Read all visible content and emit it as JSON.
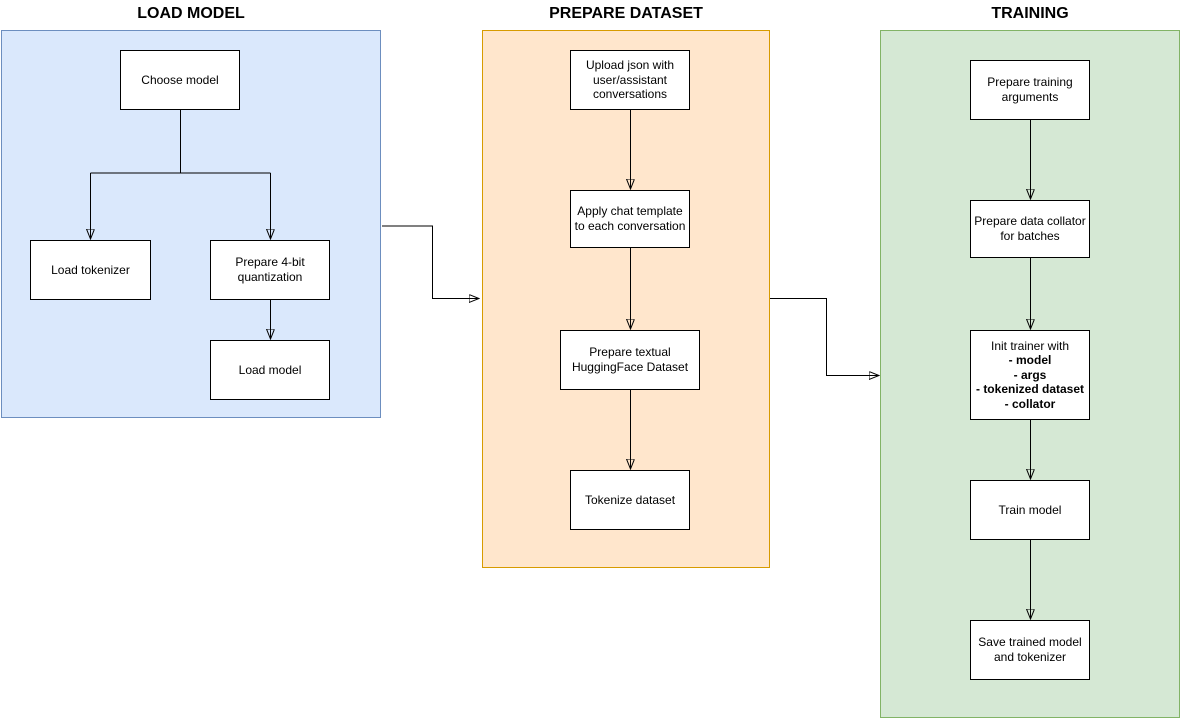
{
  "sections": {
    "load_model": {
      "title": "LOAD MODEL",
      "fill_color": "#dae8fc",
      "border_color": "#6c8ebf",
      "nodes": {
        "choose_model": "Choose model",
        "load_tokenizer": "Load tokenizer",
        "prepare_quantization": "Prepare 4-bit\nquantization",
        "load_model": "Load model"
      }
    },
    "prepare_dataset": {
      "title": "PREPARE DATASET",
      "fill_color": "#ffe6cc",
      "border_color": "#d79b00",
      "nodes": {
        "upload_json": "Upload json with\nuser/assistant\nconversations",
        "apply_chat_template": "Apply chat template\nto each conversation",
        "prepare_textual": "Prepare textual\nHuggingFace Dataset",
        "tokenize_dataset": "Tokenize dataset"
      }
    },
    "training": {
      "title": "TRAINING",
      "fill_color": "#d5e8d4",
      "border_color": "#82b366",
      "nodes": {
        "prepare_training_arguments": "Prepare training\narguments",
        "prepare_data_collator": "Prepare data collator\nfor batches",
        "init_trainer": {
          "intro": "Init trainer with",
          "items": [
            "- model",
            "- args",
            "- tokenized dataset",
            "- collator"
          ]
        },
        "train_model": "Train model",
        "save_trained_model": "Save trained model\nand tokenizer"
      }
    }
  },
  "edges": [
    {
      "from": "choose_model",
      "to": "load_tokenizer"
    },
    {
      "from": "choose_model",
      "to": "prepare_quantization"
    },
    {
      "from": "prepare_quantization",
      "to": "load_model"
    },
    {
      "from": "load_model_section",
      "to": "prepare_dataset_section"
    },
    {
      "from": "upload_json",
      "to": "apply_chat_template"
    },
    {
      "from": "apply_chat_template",
      "to": "prepare_textual"
    },
    {
      "from": "prepare_textual",
      "to": "tokenize_dataset"
    },
    {
      "from": "prepare_dataset_section",
      "to": "training_section"
    },
    {
      "from": "prepare_training_arguments",
      "to": "prepare_data_collator"
    },
    {
      "from": "prepare_data_collator",
      "to": "init_trainer"
    },
    {
      "from": "init_trainer",
      "to": "train_model"
    },
    {
      "from": "train_model",
      "to": "save_trained_model"
    }
  ]
}
